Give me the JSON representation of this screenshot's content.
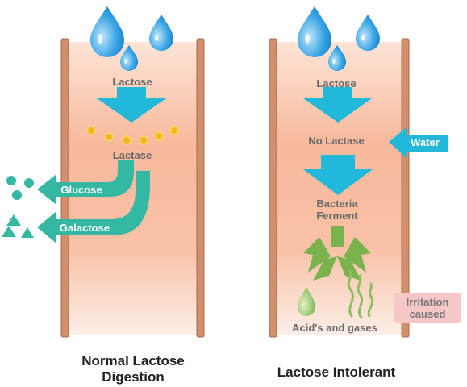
{
  "left": {
    "caption_line1": "Normal Lactose",
    "caption_line2": "Digestion",
    "lactose": "Lactose",
    "lactase": "Lactase",
    "glucose": "Glucose",
    "galactose": "Galactose"
  },
  "right": {
    "caption": "Lactose Intolerant",
    "lactose": "Lactose",
    "no_lactase": "No Lactase",
    "water": "Water",
    "bacteria_line1": "Bacteria",
    "bacteria_line2": "Ferment",
    "acids": "Acid's and gases",
    "irritation_line1": "Irritation",
    "irritation_line2": "caused"
  },
  "colors": {
    "intestine_wall": "#c98a6c",
    "intestine_fill": "#f6b698",
    "arrow_blue": "#22b8da",
    "arrow_teal": "#34b8a4",
    "arrow_green": "#7ab24e",
    "enzyme_orange": "#f4b51f",
    "badge_pink": "#f7c6c6"
  }
}
